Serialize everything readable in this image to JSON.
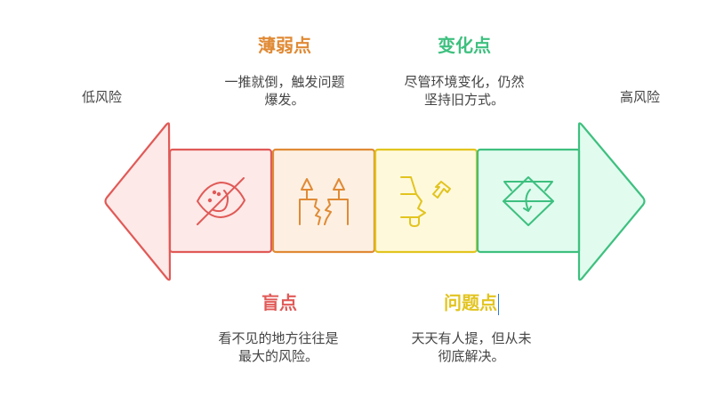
{
  "colors": {
    "red": "#e05a57",
    "red_fill": "#fde9e8",
    "orange": "#e08a35",
    "orange_fill": "#fdf0e3",
    "yellow": "#e2c41f",
    "yellow_fill": "#fff9dc",
    "green": "#3ec07f",
    "green_fill": "#e1fbef",
    "text": "#444444"
  },
  "scale": {
    "left_label": "低风险",
    "right_label": "高风险"
  },
  "segments": [
    {
      "id": "blind-spot",
      "title": "盲点",
      "desc_line1": "看不见的地方往往是",
      "desc_line2": "最大的风险。",
      "icon": "eye-slash-icon",
      "color": "red",
      "position": "bottom"
    },
    {
      "id": "weak-point",
      "title": "薄弱点",
      "desc_line1": "一推就倒，触发问题",
      "desc_line2": "爆发。",
      "icon": "cracked-pillars-icon",
      "color": "orange",
      "position": "top"
    },
    {
      "id": "problem-point",
      "title": "问题点",
      "desc_line1": "天天有人提，但从未",
      "desc_line2": "彻底解决。",
      "icon": "faucet-icon",
      "color": "yellow",
      "position": "bottom"
    },
    {
      "id": "change-point",
      "title": "变化点",
      "desc_line1": "尽管环境变化，仍然",
      "desc_line2": "坚持旧方式。",
      "icon": "origami-fold-icon",
      "color": "green",
      "position": "top"
    }
  ]
}
